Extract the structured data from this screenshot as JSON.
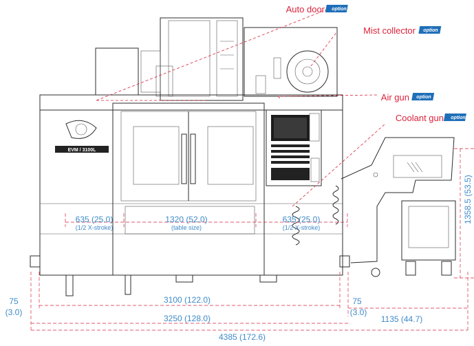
{
  "callouts": {
    "auto_door": "Auto door",
    "mist_collector": "Mist collector",
    "air_gun": "Air gun",
    "coolant_gun": "Coolant gun",
    "option_badge": "option"
  },
  "machine": {
    "brand_plate": "EVM / 3100L"
  },
  "dimensions": {
    "left_travel": "635 (25.0)",
    "left_travel_note": "(1/2 X-stroke)",
    "table": "1320 (52.0)",
    "table_note": "(table size)",
    "right_travel": "635 (25.0)",
    "right_travel_note": "(1/2 X-stroke)",
    "height": "1358.5 (53.5)",
    "left_gap": "75",
    "left_gap_in": "(3.0)",
    "right_gap": "75",
    "right_gap_in": "(3.0)",
    "base_width": "3100 (122.0)",
    "overall_machine": "3250 (128.0)",
    "conveyor": "1135 (44.7)",
    "overall_total": "4385 (172.6)"
  },
  "colors": {
    "callout": "#d9233b",
    "dimension_text": "#3f8ac9",
    "dimension_line": "#d9233b",
    "option_badge": "#1f6fb8"
  }
}
